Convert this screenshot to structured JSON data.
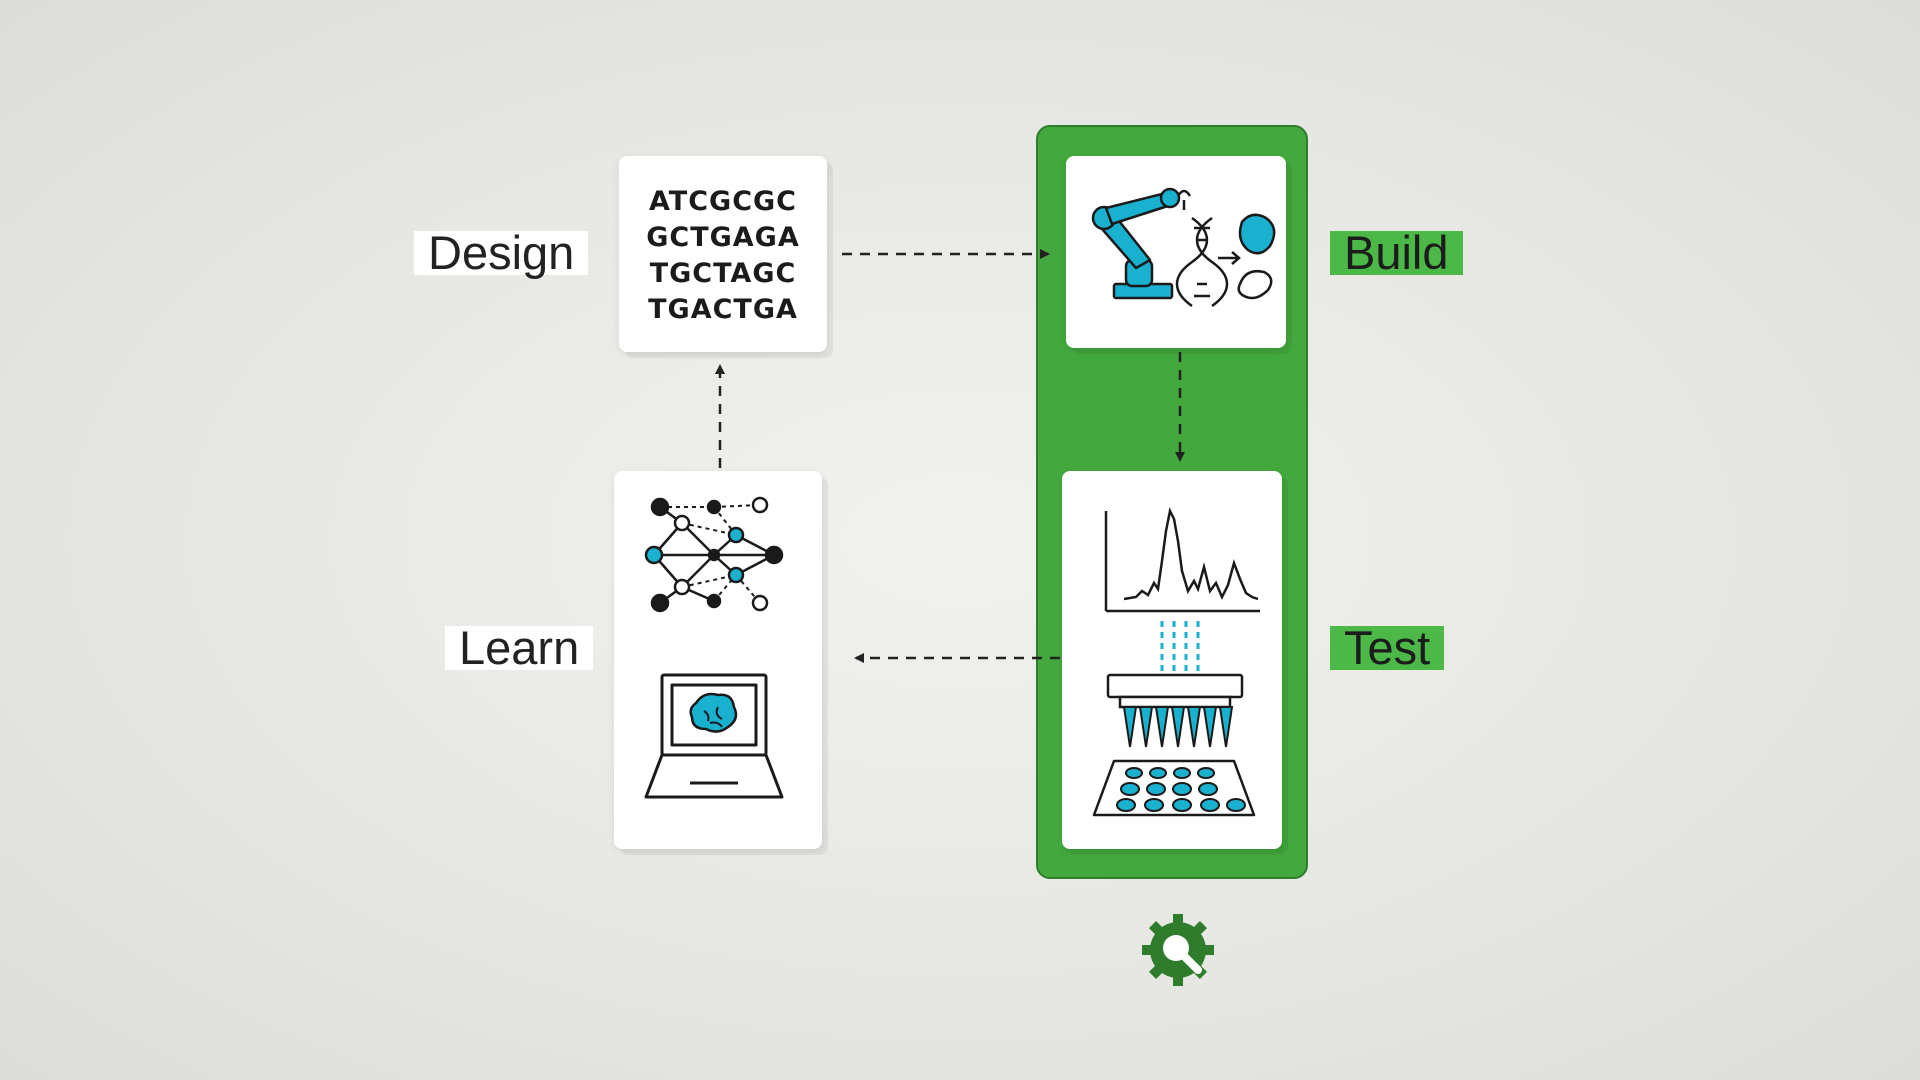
{
  "stages": {
    "design": {
      "label": "Design",
      "sequence": [
        "ATCGCGC",
        "GCTGAGA",
        "TGCTAGC",
        "TGACTGA"
      ]
    },
    "build": {
      "label": "Build"
    },
    "test": {
      "label": "Test"
    },
    "learn": {
      "label": "Learn"
    }
  },
  "colors": {
    "accent": "#4cb848",
    "panel": "#43a83e",
    "icon_accent": "#1ab0cf",
    "ink": "#222222"
  },
  "icons": {
    "design": "dna-sequence-text",
    "build": "robot-arm-dna-cell-icon",
    "test": "chromatogram-pipette-plate-icon",
    "learn": "neural-network-laptop-icon",
    "logo": "gear-logo-icon"
  }
}
